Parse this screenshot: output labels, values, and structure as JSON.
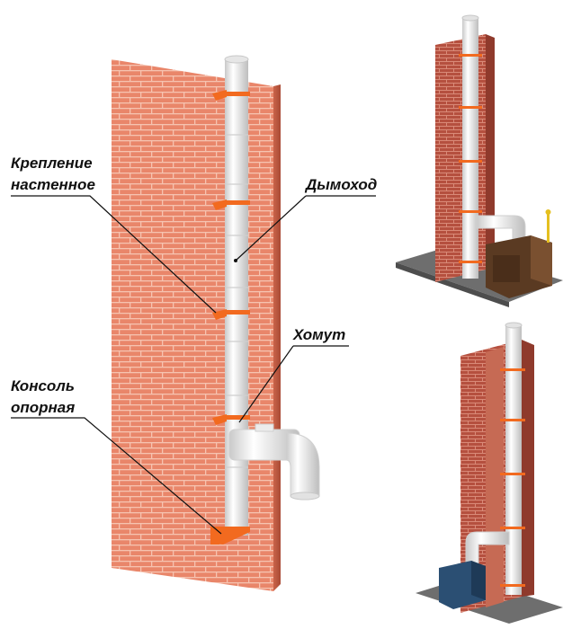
{
  "labels": {
    "wall_mount_line1": "Крепление",
    "wall_mount_line2": "настенное",
    "chimney": "Дымоход",
    "clamp": "Хомут",
    "console_line1": "Консоль",
    "console_line2": "опорная"
  },
  "colors": {
    "brick": "#e9866a",
    "brick_mortar": "#f4b9a4",
    "dark_brick": "#b5503f",
    "pipe": "#f2f2f2",
    "bracket": "#f26a1f",
    "boiler_brown": "#5a3a22",
    "boiler_blue": "#2b4f73",
    "floor": "#6e6e6e"
  },
  "icons": [
    "brick-wall-illustration",
    "chimney-pipe-illustration",
    "boiler-illustration"
  ]
}
